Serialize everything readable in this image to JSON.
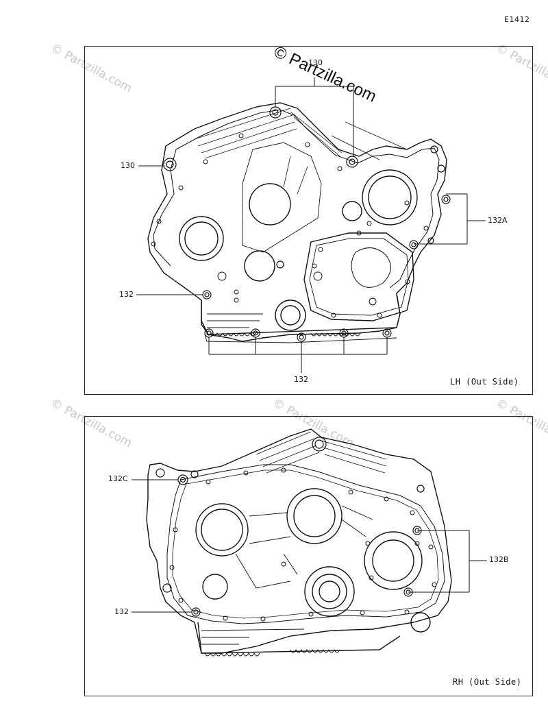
{
  "diagram_code": "E1412",
  "watermark": "© Partzilla.com",
  "lh_panel": {
    "caption": "LH (Out Side)",
    "callouts": {
      "c130_top": "130",
      "c130_left": "130",
      "c132a": "132A",
      "c132_left": "132",
      "c132_bottom": "132"
    }
  },
  "rh_panel": {
    "caption": "RH (Out Side)",
    "callouts": {
      "c132c": "132C",
      "c132b": "132B",
      "c132_left": "132"
    }
  }
}
